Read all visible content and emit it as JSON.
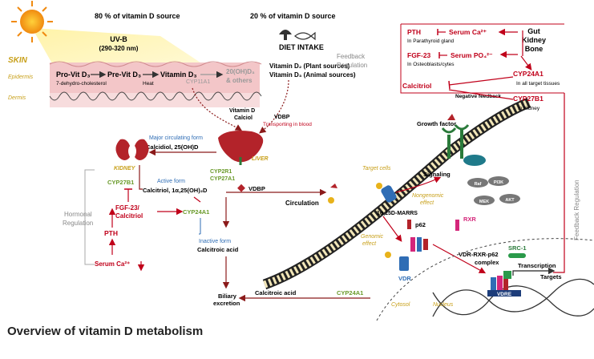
{
  "sources": {
    "sun_pct": "80 % of vitamin D source",
    "diet_pct": "20 % of vitamin D source",
    "uvb": "UV-B",
    "uvb_range": "(290-320 nm)",
    "diet_title": "DIET INTAKE",
    "d2": "Vitamin D₂ (Plant sources)",
    "d3": "Vitamin D₃ (Animal sources)"
  },
  "skin": {
    "skin_label": "SKIN",
    "epidermis": "Epidermis",
    "dermis": "Dermis",
    "provit": "Pro-Vit D₃",
    "previt": "Pre-Vit D₃",
    "vitd3": "Vitamin D₃",
    "dehydro": "7-dehydro-cholesterol",
    "heat": "Heat",
    "cyp11a1": "CYP11A1",
    "others1": "20(OH)D₃",
    "others2": "& others"
  },
  "liver": {
    "vitd": "Vitamin D",
    "calciol": "Calciol",
    "vdbp": "VDBP",
    "transport": "Transporting in blood",
    "liver_label": "LIVER",
    "cyp2r1": "CYP2R1",
    "cyp27a1": "CYP27A1",
    "major": "Major circulating form",
    "calcidiol": "Calcidiol, 25(OH)D"
  },
  "kidney": {
    "kidney_label": "KIDNEY",
    "cyp27b1": "CYP27B1",
    "active": "Active form",
    "calcitriol": "Calcitriol, 1α,25(OH)₂D",
    "fgf_line1": "FGF-23/",
    "fgf_line2": "Calcitriol",
    "cyp24a1": "CYP24A1",
    "pth": "PTH",
    "serum": "Serum Ca²⁺",
    "hormonal1": "Hormonal",
    "hormonal2": "Regulation",
    "inactive": "Inactive form",
    "calcitroic": "Calcitroic acid",
    "biliary1": "Biliary",
    "biliary2": "excretion",
    "calcitroic2": "Calcitroic acid",
    "cyp24a1_b": "CYP24A1"
  },
  "circulation": {
    "vdbp": "VDBP",
    "circulation": "Circulation"
  },
  "cell": {
    "target_cells": "Target cells",
    "growth_factor": "Growth factor",
    "signaling": "Signaling",
    "pi3k": "PI3K",
    "raf": "Raf",
    "mek": "MEK",
    "akt": "AKT",
    "nongenomic1": "Nongenomic",
    "nongenomic2": "effect",
    "marrs": "1α,25D-MARRS",
    "p62": "p62",
    "rxr": "RXR",
    "genomic1": "Genomic",
    "genomic2": "effect",
    "vdr": "VDR",
    "src1": "SRC-1",
    "complex1": "VDR-RXR-p62",
    "complex2": "complex",
    "transcription": "Transcription",
    "targets": "Targets",
    "vdre": "VDRE",
    "cytosol": "Cytosol",
    "nucleus": "Nucleus"
  },
  "feedback": {
    "regulation1": "Feedback",
    "regulation2": "Regulation",
    "pth": "PTH",
    "serum_ca": "Serum Ca²⁺",
    "parathyroid": "In Parathyroid gland",
    "fgf23": "FGF-23",
    "serum_po4": "Serum PO₄²⁻",
    "osteo": "In Osteoblasts/cytes",
    "gut": "Gut",
    "kidney": "Kidney",
    "bone": "Bone",
    "cyp24a1": "CYP24A1",
    "all_targets": "In all target tissues",
    "calcitriol": "Calcitriol",
    "negative": "Negative feedback",
    "cyp27b1": "CYP27B1",
    "in_kidney": "In Kidney",
    "side_label": "Feedback Regulation"
  },
  "caption": "Overview of vitamin D metabolism",
  "colors": {
    "red": "#c0001a",
    "green": "#6a9a2a",
    "blue": "#2f6db5",
    "gold": "#c8a01a",
    "gray": "#8a8a8a",
    "skin_pink": "#f3c6c8"
  }
}
